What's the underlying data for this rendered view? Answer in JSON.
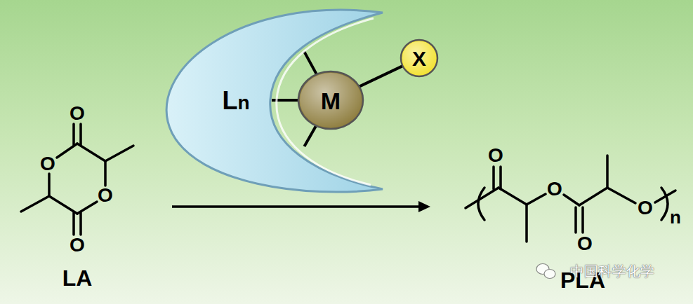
{
  "diagram": {
    "nodes": [
      {
        "text": [
          "Ln"
        ]
      },
      {
        "text": [
          "M"
        ]
      },
      {
        "text": [
          "X"
        ]
      }
    ],
    "edges": [
      {
        "from": 1,
        "to": 2,
        "arrow": "none"
      },
      {
        "from": 0,
        "to": 1,
        "arrow": "none"
      },
      {
        "from": 0,
        "to": 1,
        "arrow": "none"
      },
      {
        "from": 0,
        "to": 1,
        "arrow": "none"
      }
    ],
    "labels": [
      "O",
      "O",
      "O",
      "O",
      "LA",
      "O",
      "O",
      "O",
      "O",
      "n",
      "PLA",
      "中国科学化学"
    ]
  }
}
